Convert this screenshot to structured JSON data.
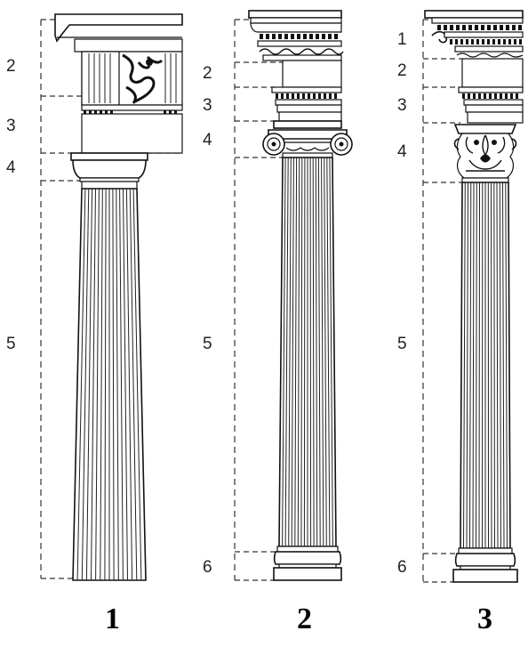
{
  "columns": [
    {
      "id": "doric",
      "caption": "1",
      "labels": [
        "2",
        "3",
        "4",
        "5"
      ]
    },
    {
      "id": "ionic",
      "caption": "2",
      "labels": [
        "2",
        "3",
        "4",
        "5",
        "6"
      ]
    },
    {
      "id": "corinthian",
      "caption": "3",
      "labels": [
        "1",
        "2",
        "3",
        "4",
        "5",
        "6"
      ]
    }
  ]
}
